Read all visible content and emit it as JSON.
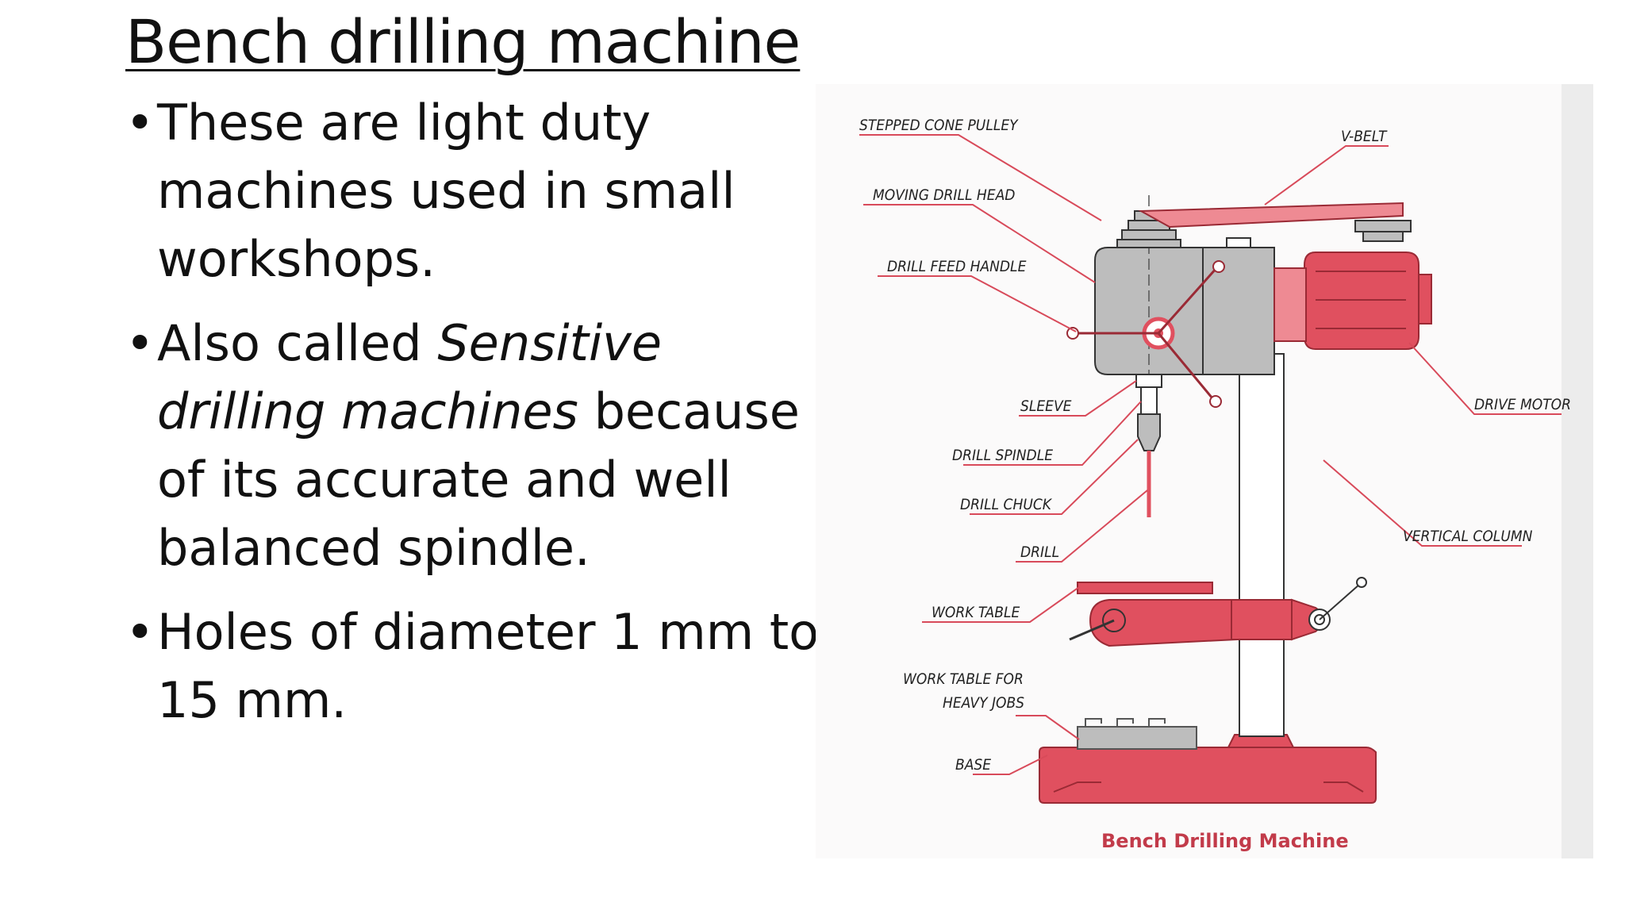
{
  "slide": {
    "title": "Bench drilling machine",
    "bullets": [
      {
        "before": "These are light duty machines used in small workshops.",
        "italic": "",
        "after": ""
      },
      {
        "before": " Also called ",
        "italic": "Sensitive drilling machines",
        "after": " because of its accurate and well balanced spindle."
      },
      {
        "before": "Holes of diameter 1 mm to 15 mm.",
        "italic": "",
        "after": ""
      }
    ]
  },
  "diagram": {
    "caption": "Bench Drilling Machine",
    "labels": {
      "stepped_cone_pulley": "STEPPED CONE PULLEY",
      "v_belt": "V-BELT",
      "moving_drill_head": "MOVING DRILL HEAD",
      "drill_feed_handle": "DRILL FEED HANDLE",
      "drive_motor": "DRIVE MOTOR",
      "sleeve": "SLEEVE",
      "drill_spindle": "DRILL SPINDLE",
      "drill_chuck": "DRILL CHUCK",
      "drill": "DRILL",
      "vertical_column": "VERTICAL COLUMN",
      "work_table": "WORK TABLE",
      "work_table_heavy_1": "WORK TABLE FOR",
      "work_table_heavy_2": "HEAVY JOBS",
      "base": "BASE"
    }
  },
  "colors": {
    "accent_red": "#e0505f",
    "light_red": "#ee8a93",
    "machine_gray": "#bdbdbd",
    "leader_line": "#d84a5a"
  }
}
